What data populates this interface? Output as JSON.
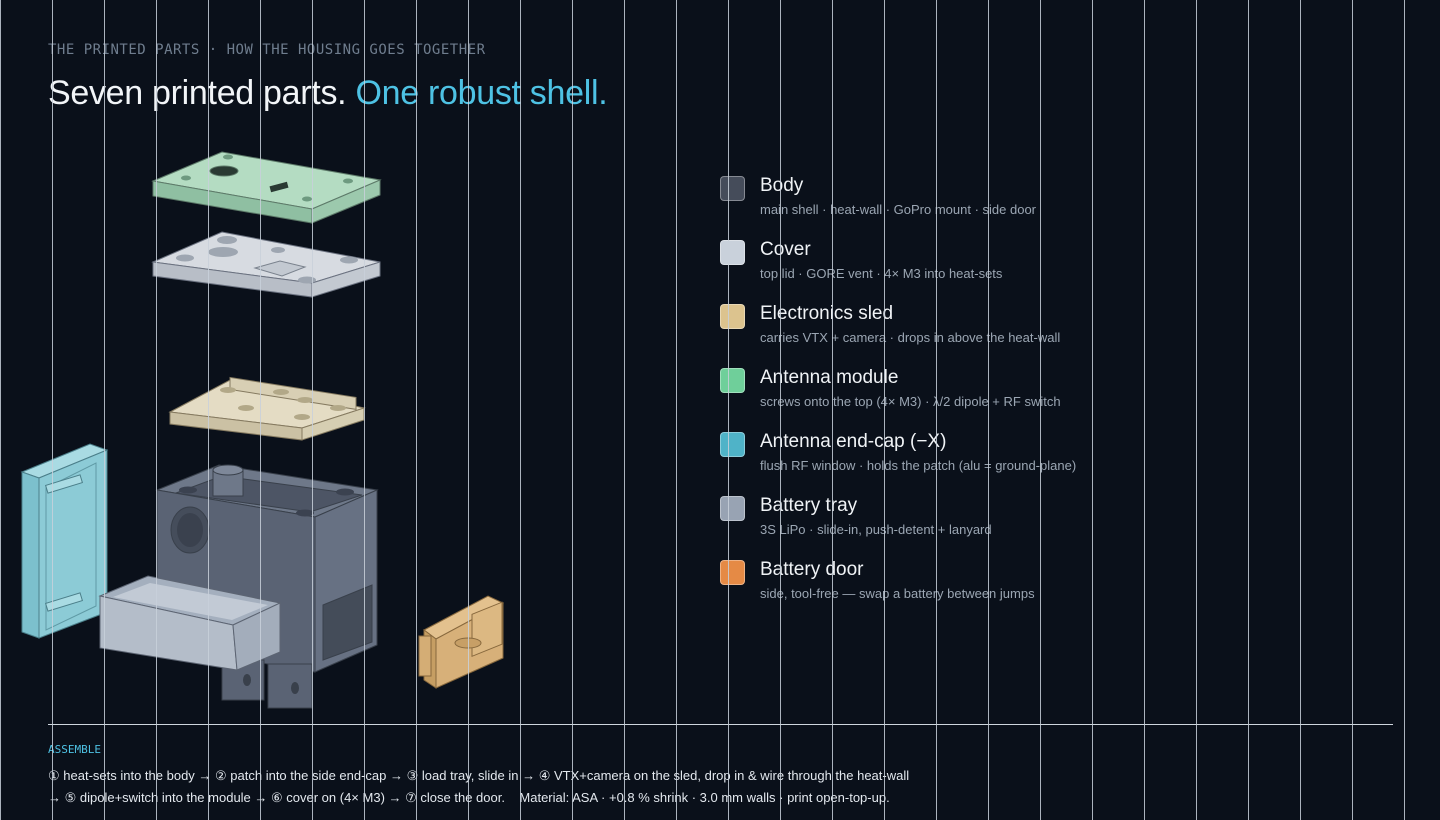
{
  "header": {
    "eyebrow": "THE PRINTED PARTS · HOW THE HOUSING GOES TOGETHER",
    "title_main": "Seven printed parts.",
    "title_accent": "One robust shell."
  },
  "colors": {
    "background": "#0a101a",
    "accent": "#4ec2e4"
  },
  "parts": [
    {
      "name": "Body",
      "desc": "main shell · heat-wall · GoPro mount · side door",
      "color": "#454c5a"
    },
    {
      "name": "Cover",
      "desc": "top lid · GORE vent · 4× M3 into heat-sets",
      "color": "#c9d1db"
    },
    {
      "name": "Electronics sled",
      "desc": "carries VTX + camera · drops in above the heat-wall",
      "color": "#dcc38e"
    },
    {
      "name": "Antenna module",
      "desc": "screws onto the top (4× M3) · λ/2 dipole + RF switch",
      "color": "#6fcf9a"
    },
    {
      "name": "Antenna end-cap (−X)",
      "desc": "flush RF window · holds the patch (alu = ground-plane)",
      "color": "#4fb3c8"
    },
    {
      "name": "Battery tray",
      "desc": "3S LiPo · slide-in, push-detent + lanyard",
      "color": "#98a3b3"
    },
    {
      "name": "Battery door",
      "desc": "side, tool-free — swap a battery between jumps",
      "color": "#e58a45"
    }
  ],
  "assemble": {
    "label": "ASSEMBLE",
    "line1": "① heat-sets into the body → ② patch into the side end-cap → ③ load tray, slide in → ④ VTX+camera on the sled, drop in & wire through the heat-wall",
    "line2": "→ ⑤ dipole+switch into the module → ⑥ cover on (4× M3) → ⑦ close the door.    Material: ASA · +0.8 % shrink · 3.0 mm walls · print open-top-up."
  }
}
